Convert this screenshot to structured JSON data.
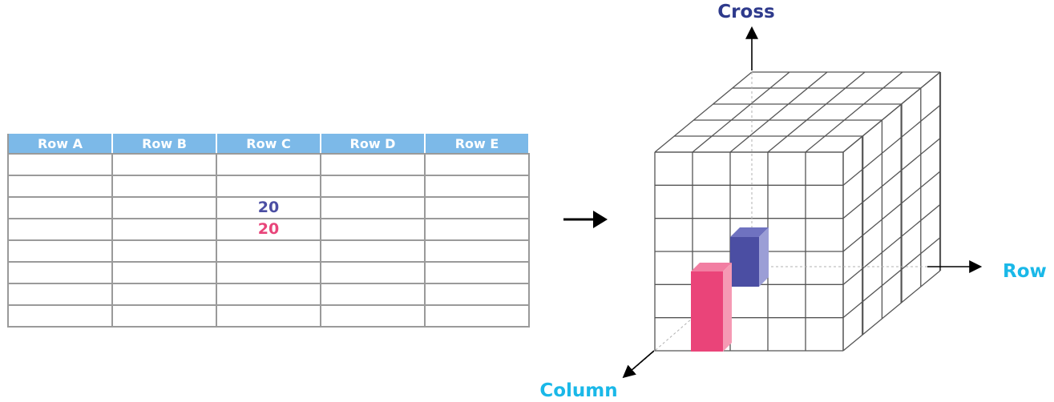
{
  "table": {
    "headers": [
      "Row A",
      "Row B",
      "Row C",
      "Row D",
      "Row E"
    ],
    "rows": [
      [
        "",
        "",
        "",
        "",
        ""
      ],
      [
        "",
        "",
        "",
        "",
        ""
      ],
      [
        "",
        "",
        "20",
        "",
        ""
      ],
      [
        "",
        "",
        "20",
        "",
        ""
      ],
      [
        "",
        "",
        "",
        "",
        ""
      ],
      [
        "",
        "",
        "",
        "",
        ""
      ],
      [
        "",
        "",
        "",
        "",
        ""
      ],
      [
        "",
        "",
        "",
        "",
        ""
      ]
    ],
    "highlight": [
      {
        "row": 2,
        "col": 2,
        "color": "#4b4ea3"
      },
      {
        "row": 3,
        "col": 2,
        "color": "#e8457a"
      }
    ]
  },
  "cube": {
    "axes": {
      "cross": {
        "label": "Cross",
        "color": "#2e3a8c"
      },
      "row": {
        "label": "Row",
        "color": "#1ab8e8"
      },
      "column": {
        "label": "Column",
        "color": "#1ab8e8"
      }
    },
    "bars": [
      {
        "name": "blue",
        "front": "#4b4ea3",
        "side": "#9b9ed6",
        "top": "#6f72c0"
      },
      {
        "name": "pink",
        "front": "#ea4479",
        "side": "#f59ab4",
        "top": "#f27ea2"
      }
    ]
  },
  "colors": {
    "header_bg": "#7cb9e8",
    "grid_line": "#9a9a9a",
    "cube_line": "#555555"
  }
}
